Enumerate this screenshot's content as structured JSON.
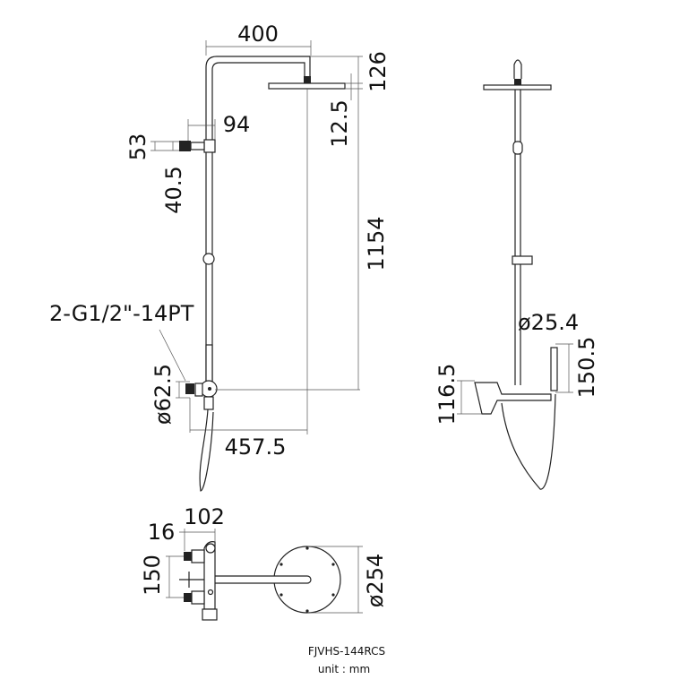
{
  "front_view": {
    "width_400": "400",
    "height_126": "126",
    "head_thickness": "12.5",
    "height_1154": "1154",
    "holder_94": "94",
    "holder_53": "53",
    "holder_40_5": "40.5",
    "thread_spec": "2-G1/2\"-14PT",
    "inlet_dia": "ø62.5",
    "projection_457_5": "457.5"
  },
  "side_view": {
    "pipe_dia": "ø25.4",
    "hand_shower_150_5": "150.5",
    "mixer_116_5": "116.5"
  },
  "top_view": {
    "dim_102": "102",
    "dim_16": "16",
    "dim_150": "150",
    "head_dia": "ø254"
  },
  "footer": {
    "model": "FJVHS-144RCS",
    "unit": "unit : mm"
  }
}
